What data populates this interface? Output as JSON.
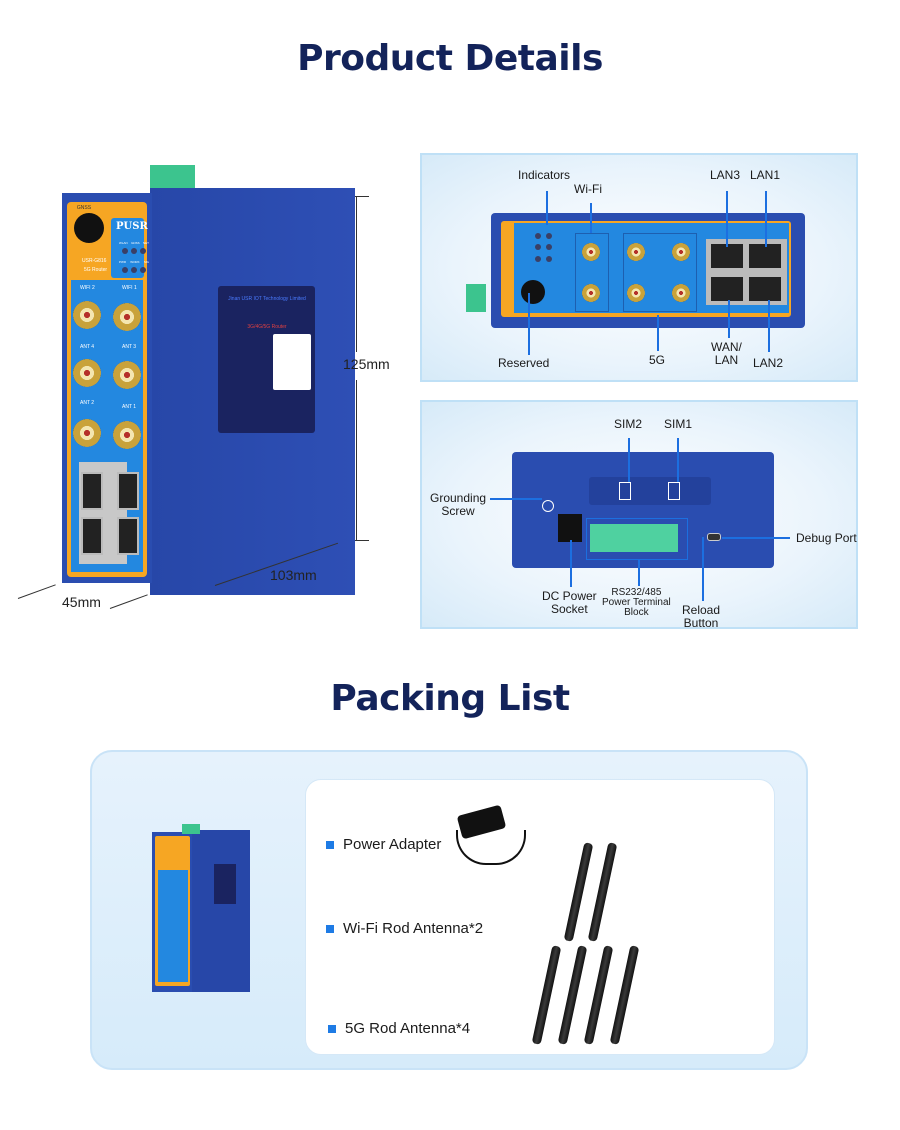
{
  "sections": {
    "product_details_title": "Product Details",
    "packing_list_title": "Packing List"
  },
  "device_labels": {
    "brand": "PUSR",
    "model": "USR-G816",
    "model_sub": "5G Router",
    "gnss": "GNSS",
    "leds_top": [
      "WLAN",
      "GNSS",
      "NET"
    ],
    "leds_bottom": [
      "PWR",
      "WORK",
      "SIG"
    ],
    "antennas": [
      "WIFI 2",
      "WIFI 1",
      "ANT 4",
      "ANT 3",
      "ANT 2",
      "ANT 1"
    ],
    "sticker_company": "Jinan USR IOT Technology Limited",
    "sticker_product": "3G/4G/5G Router"
  },
  "dimensions": {
    "height": "125mm",
    "depth": "103mm",
    "width": "45mm"
  },
  "front_panel": {
    "indicators": "Indicators",
    "wifi": "Wi-Fi",
    "lan3": "LAN3",
    "lan1": "LAN1",
    "reserved": "Reserved",
    "fiveg": "5G",
    "wan_lan": "WAN/\nLAN",
    "lan2": "LAN2"
  },
  "bottom_panel": {
    "sim2": "SIM2",
    "sim1": "SIM1",
    "grounding": "Grounding\nScrew",
    "debug": "Debug Port",
    "dc": "DC Power\nSocket",
    "terminal": "RS232/485\nPower Terminal\nBlock",
    "reload": "Reload\nButton"
  },
  "packing_list": [
    {
      "label": "Power Adapter"
    },
    {
      "label": "Wi-Fi Rod Antenna*2"
    },
    {
      "label": "5G Rod Antenna*4"
    }
  ],
  "colors": {
    "title": "#13235a",
    "accent": "#1e7be5",
    "device_blue": "#2a56b8",
    "device_orange": "#f6a623"
  }
}
